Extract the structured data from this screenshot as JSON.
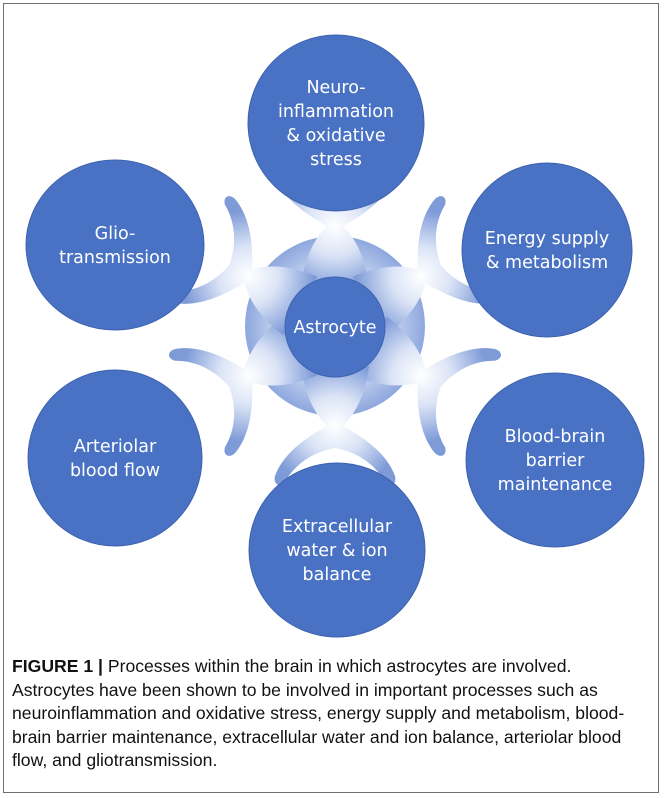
{
  "diagram": {
    "center_label": "Astrocyte",
    "nodes": [
      {
        "id": "top",
        "lines": [
          "Neuro-",
          "inflammation",
          "& oxidative",
          "stress"
        ]
      },
      {
        "id": "upper-right",
        "lines": [
          "Energy supply",
          "& metabolism"
        ]
      },
      {
        "id": "lower-right",
        "lines": [
          "Blood-brain",
          "barrier",
          "maintenance"
        ]
      },
      {
        "id": "bottom",
        "lines": [
          "Extracellular",
          "water & ion",
          "balance"
        ]
      },
      {
        "id": "lower-left",
        "lines": [
          "Arteriolar",
          "blood flow"
        ]
      },
      {
        "id": "upper-left",
        "lines": [
          "Glio-",
          "transmission"
        ]
      }
    ],
    "colors": {
      "node_fill": "#4a72c4",
      "node_stroke": "#3d62ae",
      "astro_center": "#ffffff",
      "astro_edge": "#7e9bd8",
      "center_circle": "#4a72c4"
    }
  },
  "caption": {
    "label": "FIGURE 1",
    "separator": " | ",
    "text": "Processes within the brain in which astrocytes are involved. Astrocytes have been shown to be involved in important processes such as neuroinflammation and oxidative stress, energy supply and metabolism, blood-brain barrier maintenance, extracellular water and ion balance, arteriolar blood flow, and gliotransmission."
  }
}
